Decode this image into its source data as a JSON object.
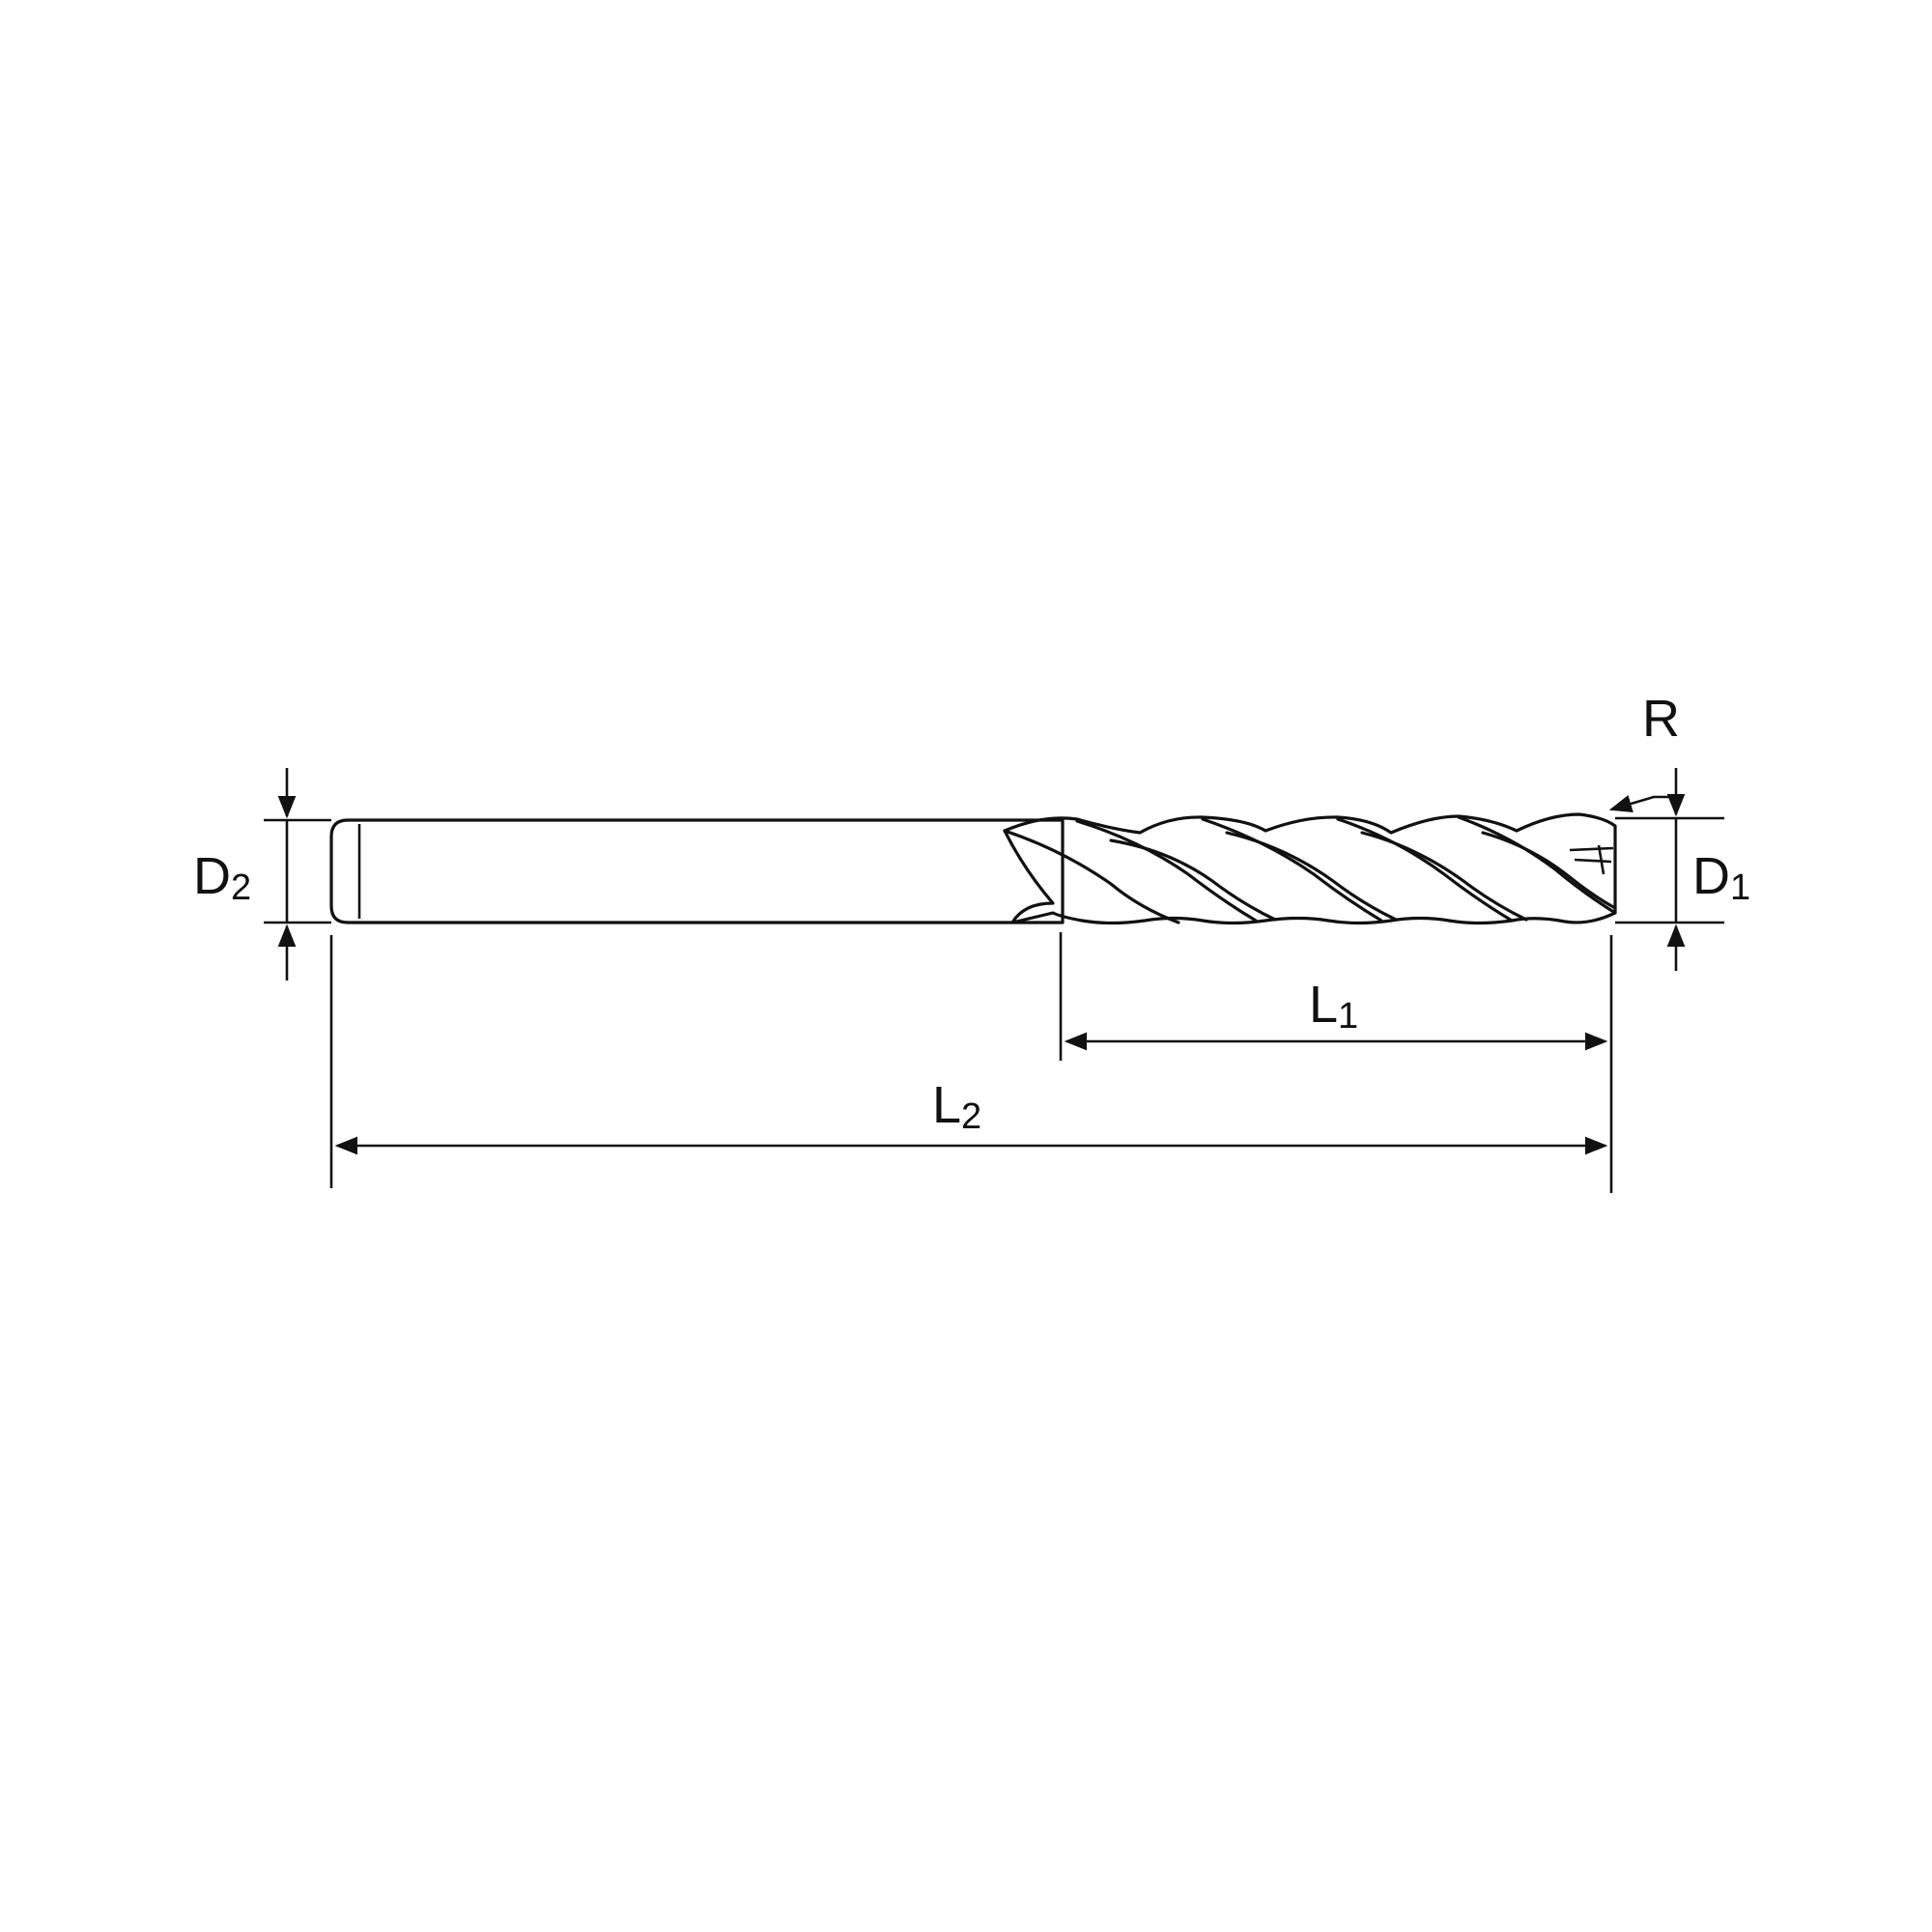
{
  "labels": {
    "d2": {
      "main": "D",
      "sub": "2"
    },
    "d1": {
      "main": "D",
      "sub": "1"
    },
    "l1": {
      "main": "L",
      "sub": "1"
    },
    "l2": {
      "main": "L",
      "sub": "2"
    },
    "r": "R"
  },
  "colors": {
    "ink": "#111111",
    "shank_light": "#f4f4f4",
    "shank_dark": "#c8c8c8",
    "flute_light": "#e6e6e6",
    "flute_dark": "#9e9e9e"
  }
}
